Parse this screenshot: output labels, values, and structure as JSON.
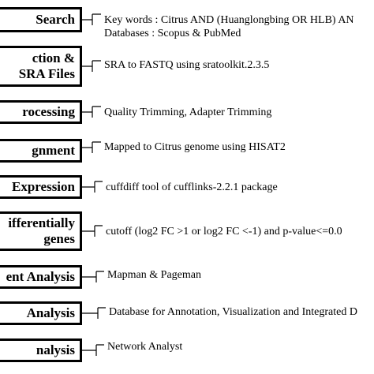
{
  "colors": {
    "background": "#ffffff",
    "stroke": "#000000",
    "text": "#000000"
  },
  "steps": [
    {
      "box_lines": [
        "Search"
      ],
      "note_lines": [
        "Key words : Citrus AND (Huanglongbing OR HLB) AN",
        "Databases : Scopus & PubMed"
      ]
    },
    {
      "box_lines": [
        "ction &",
        "SRA Files"
      ],
      "note_lines": [
        "SRA to FASTQ using sratoolkit.2.3.5"
      ]
    },
    {
      "box_lines": [
        "rocessing"
      ],
      "note_lines": [
        "Quality Trimming, Adapter Trimming"
      ]
    },
    {
      "box_lines": [
        "gnment"
      ],
      "note_lines": [
        "Mapped to Citrus genome using HISAT2"
      ]
    },
    {
      "box_lines": [
        "Expression"
      ],
      "note_lines": [
        "cuffdiff tool of cufflinks-2.2.1 package"
      ]
    },
    {
      "box_lines": [
        "ifferentially",
        "genes"
      ],
      "note_lines": [
        "cutoff (log2 FC >1 or log2 FC <-1) and p-value<=0.0"
      ]
    },
    {
      "box_lines": [
        "ent Analysis"
      ],
      "note_lines": [
        "Mapman & Pageman"
      ]
    },
    {
      "box_lines": [
        "Analysis"
      ],
      "note_lines": [
        "Database for Annotation, Visualization and Integrated D"
      ]
    },
    {
      "box_lines": [
        "nalysis"
      ],
      "note_lines": [
        "Network Analyst"
      ]
    }
  ]
}
